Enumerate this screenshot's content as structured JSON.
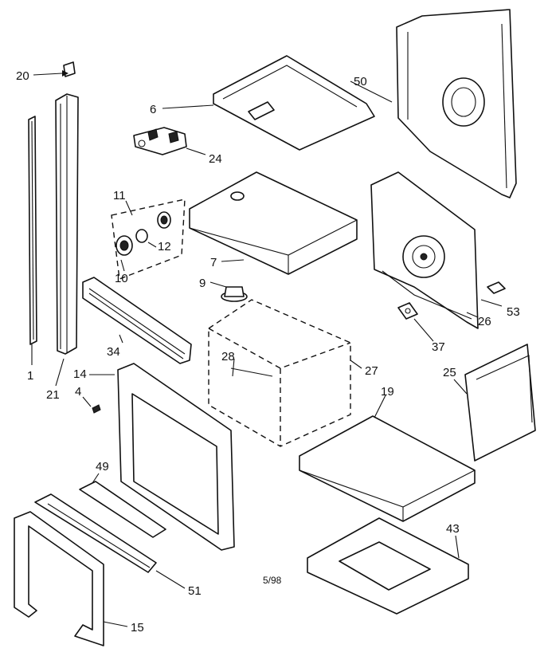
{
  "callouts": {
    "c1": "1",
    "c4": "4",
    "c6": "6",
    "c7": "7",
    "c9": "9",
    "c10": "10",
    "c11": "11",
    "c12": "12",
    "c14": "14",
    "c15": "15",
    "c19": "19",
    "c20": "20",
    "c21": "21",
    "c24": "24",
    "c25": "25",
    "c26": "26",
    "c27": "27",
    "c28": "28",
    "c34": "34",
    "c37": "37",
    "c43": "43",
    "c49": "49",
    "c50": "50",
    "c51": "51",
    "c53": "53"
  },
  "date_code": "5/98"
}
